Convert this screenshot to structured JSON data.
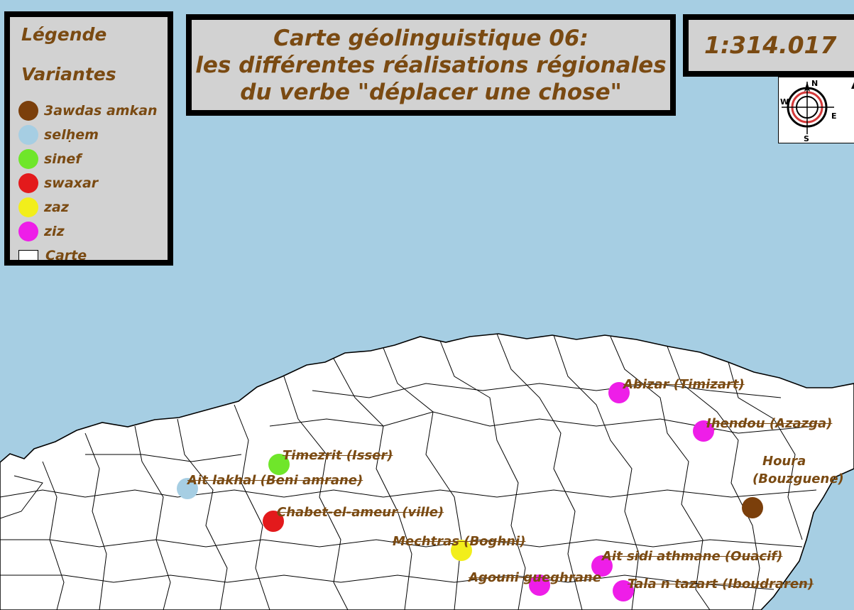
{
  "legend": {
    "title": "Légende",
    "subtitle": "Variantes",
    "items": [
      {
        "label": "3awdas amkan",
        "color": "#7b3f0b"
      },
      {
        "label": "selḥem",
        "color": "#a6cee3"
      },
      {
        "label": "sinef",
        "color": "#6fe62a"
      },
      {
        "label": "swaxar",
        "color": "#e31a1c"
      },
      {
        "label": "zaz",
        "color": "#f2ee1b"
      },
      {
        "label": "ziz",
        "color": "#ee1ee8"
      }
    ],
    "map_label": "Carte"
  },
  "title": {
    "line1": "Carte géolinguistique 06:",
    "line2": "les différentes réalisations régionales",
    "line3": "du verbe \"déplacer une chose\""
  },
  "scale": "1:314.017",
  "compass": {
    "n": "N",
    "s": "S",
    "e": "E",
    "w": "W"
  },
  "colors": {
    "sea": "#a6cee3",
    "land": "#ffffff",
    "text": "#7a4a12",
    "panel": "#d2d2d2"
  },
  "places": [
    {
      "name": "Abizar (Timizart)",
      "variant": "ziz"
    },
    {
      "name": "Iḥendou (Azazga)",
      "variant": "ziz"
    },
    {
      "name": "Houra",
      "name2": "(Bouzguene)",
      "variant": "3awdas amkan"
    },
    {
      "name": "Timezrit (Isser)",
      "variant": "sinef"
    },
    {
      "name": "Ait lakhal (Beni amrane)",
      "variant": "selḥem"
    },
    {
      "name": "Chabet-el-ameur (ville)",
      "variant": "swaxar"
    },
    {
      "name": "Mechtras (Boghni)",
      "variant": "zaz"
    },
    {
      "name": "Ait sidi athmane (Ouacif)",
      "variant": "ziz"
    },
    {
      "name": "Agouni gueghrane",
      "variant": "ziz"
    },
    {
      "name": "Tala n tazart (Iboudraren)",
      "variant": "ziz"
    }
  ]
}
